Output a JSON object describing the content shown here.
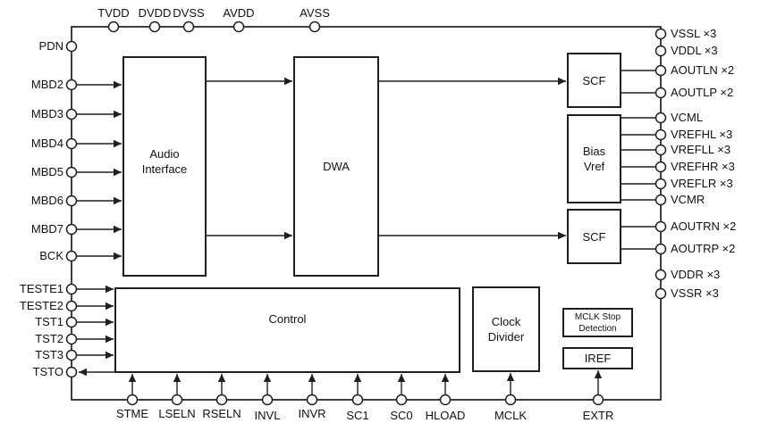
{
  "colors": {
    "line": "#1f1f1f",
    "text": "#111111",
    "background": "#ffffff"
  },
  "blocks": {
    "audio_interface": "Audio\nInterface",
    "dwa": "DWA",
    "scf_top": "SCF",
    "bias_vref": "Bias\nVref",
    "scf_bottom": "SCF",
    "control": "Control",
    "clock_divider": "Clock\nDivider",
    "mclk_stop_detection": "MCLK Stop\nDetection",
    "iref": "IREF"
  },
  "pins": {
    "top": [
      "TVDD",
      "DVDD",
      "DVSS",
      "AVDD",
      "AVSS"
    ],
    "left": [
      "PDN",
      "MBD2",
      "MBD3",
      "MBD4",
      "MBD5",
      "MBD6",
      "MBD7",
      "BCK",
      "TESTE1",
      "TESTE2",
      "TST1",
      "TST2",
      "TST3",
      "TSTO"
    ],
    "right": [
      "VSSL ×3",
      "VDDL ×3",
      "AOUTLN ×2",
      "AOUTLP ×2",
      "VCML",
      "VREFHL ×3",
      "VREFLL ×3",
      "VREFHR ×3",
      "VREFLR ×3",
      "VCMR",
      "AOUTRN ×2",
      "AOUTRP ×2",
      "VDDR ×3",
      "VSSR ×3"
    ],
    "bottom": [
      "STME",
      "LSELN",
      "RSELN",
      "INVL",
      "INVR",
      "SC1",
      "SC0",
      "HLOAD",
      "MCLK",
      "EXTR"
    ]
  }
}
